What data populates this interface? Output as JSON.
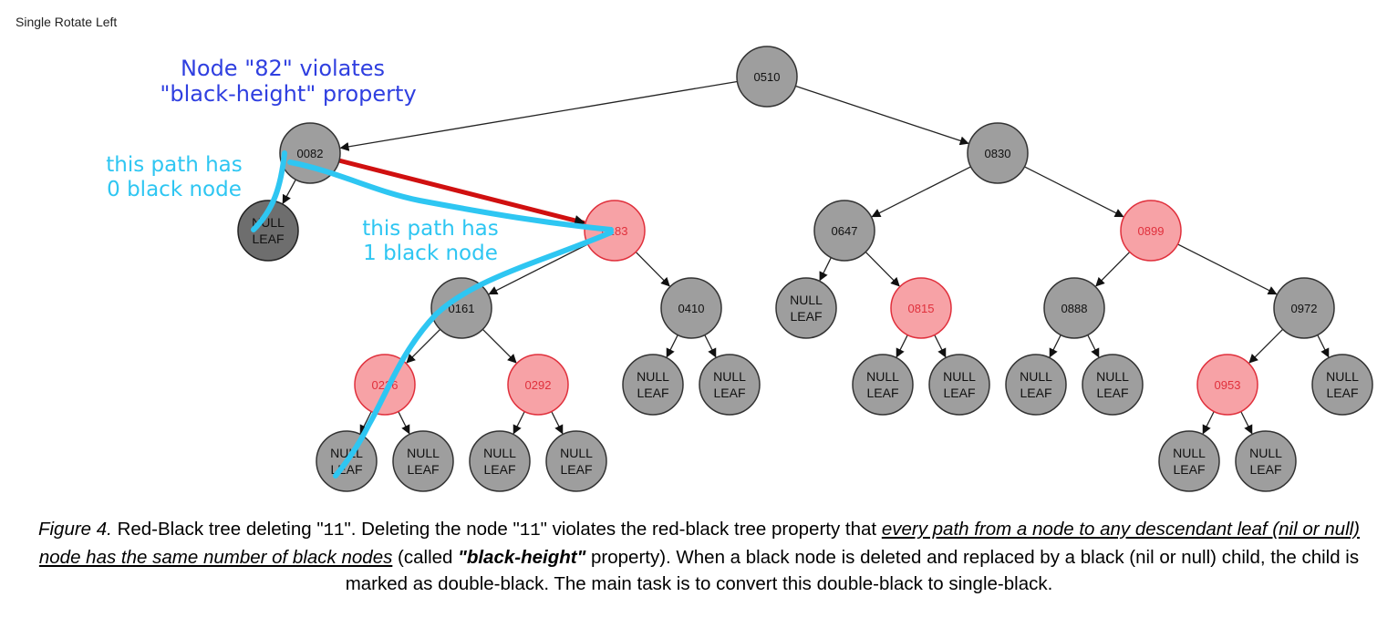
{
  "title": "Single Rotate Left",
  "nodes": [
    {
      "id": "n510",
      "label": "0510",
      "color": "black"
    },
    {
      "id": "n82",
      "label": "0082",
      "color": "black"
    },
    {
      "id": "n830",
      "label": "0830",
      "color": "black"
    },
    {
      "id": "nullA",
      "label": "NULL\nLEAF",
      "color": "doubleblack"
    },
    {
      "id": "n183",
      "label": "0183",
      "color": "red"
    },
    {
      "id": "n647",
      "label": "0647",
      "color": "black"
    },
    {
      "id": "n899",
      "label": "0899",
      "color": "red"
    },
    {
      "id": "n161",
      "label": "0161",
      "color": "black"
    },
    {
      "id": "n410",
      "label": "0410",
      "color": "black"
    },
    {
      "id": "nullB",
      "label": "NULL\nLEAF",
      "color": "black"
    },
    {
      "id": "n815",
      "label": "0815",
      "color": "red"
    },
    {
      "id": "n888",
      "label": "0888",
      "color": "black"
    },
    {
      "id": "n972",
      "label": "0972",
      "color": "black"
    },
    {
      "id": "n236",
      "label": "0236",
      "color": "red"
    },
    {
      "id": "n292",
      "label": "0292",
      "color": "red"
    },
    {
      "id": "nullC",
      "label": "NULL\nLEAF",
      "color": "black"
    },
    {
      "id": "nullD",
      "label": "NULL\nLEAF",
      "color": "black"
    },
    {
      "id": "nullE",
      "label": "NULL\nLEAF",
      "color": "black"
    },
    {
      "id": "nullF",
      "label": "NULL\nLEAF",
      "color": "black"
    },
    {
      "id": "nullG",
      "label": "NULL\nLEAF",
      "color": "black"
    },
    {
      "id": "nullH",
      "label": "NULL\nLEAF",
      "color": "black"
    },
    {
      "id": "n953",
      "label": "0953",
      "color": "red"
    },
    {
      "id": "nullI",
      "label": "NULL\nLEAF",
      "color": "black"
    },
    {
      "id": "nullJ",
      "label": "NULL\nLEAF",
      "color": "black"
    },
    {
      "id": "nullK",
      "label": "NULL\nLEAF",
      "color": "black"
    },
    {
      "id": "nullL",
      "label": "NULL\nLEAF",
      "color": "black"
    },
    {
      "id": "nullM",
      "label": "NULL\nLEAF",
      "color": "black"
    },
    {
      "id": "nullN",
      "label": "NULL\nLEAF",
      "color": "black"
    },
    {
      "id": "nullO",
      "label": "NULL\nLEAF",
      "color": "black"
    }
  ],
  "edges": [
    [
      "n510",
      "n82"
    ],
    [
      "n510",
      "n830"
    ],
    [
      "n82",
      "nullA"
    ],
    [
      "n82",
      "n183"
    ],
    [
      "n830",
      "n647"
    ],
    [
      "n830",
      "n899"
    ],
    [
      "n183",
      "n161"
    ],
    [
      "n183",
      "n410"
    ],
    [
      "n647",
      "nullB"
    ],
    [
      "n647",
      "n815"
    ],
    [
      "n899",
      "n888"
    ],
    [
      "n899",
      "n972"
    ],
    [
      "n161",
      "n236"
    ],
    [
      "n161",
      "n292"
    ],
    [
      "n410",
      "nullC"
    ],
    [
      "n410",
      "nullD"
    ],
    [
      "n815",
      "nullE"
    ],
    [
      "n815",
      "nullF"
    ],
    [
      "n888",
      "nullG"
    ],
    [
      "n888",
      "nullH"
    ],
    [
      "n972",
      "n953"
    ],
    [
      "n972",
      "nullI"
    ],
    [
      "n236",
      "nullJ"
    ],
    [
      "n236",
      "nullK"
    ],
    [
      "n292",
      "nullL"
    ],
    [
      "n292",
      "nullM"
    ],
    [
      "n953",
      "nullN"
    ],
    [
      "n953",
      "nullO"
    ]
  ],
  "annotations": {
    "violation_line1": "Node \"82\" violates",
    "violation_line2": "\"black-height\" property",
    "path0_line1": "this path has",
    "path0_line2": "0 black node",
    "path1_line1": "this path has",
    "path1_line2": "1 black node"
  },
  "colors": {
    "black_node_fill": "#9e9e9e",
    "doubleblack_fill": "#6e6e6e",
    "red_node_fill": "#f7a2a6",
    "red_node_stroke": "#e0303c",
    "red_text": "#e0303c",
    "highlight_path": "#2ec6f2",
    "violation_text": "#2f3fe0",
    "red_edge": "#d01010"
  },
  "caption": {
    "figure_label": "Figure 4.",
    "part1": " Red-Black tree deleting \"",
    "code1": "11",
    "part2": "\". Deleting the node \"",
    "code2": "11",
    "part3": "\" violates the red-black tree property that ",
    "emphasis": "every path from a node to any descendant leaf (nil or null) node has the same number of black nodes",
    "part4": " (called ",
    "strong": "\"black-height\"",
    "part5": " property). When a black node is deleted and replaced by a black (nil or null) child, the child is marked as double-black. The main task is to convert this double-black to single-black."
  }
}
